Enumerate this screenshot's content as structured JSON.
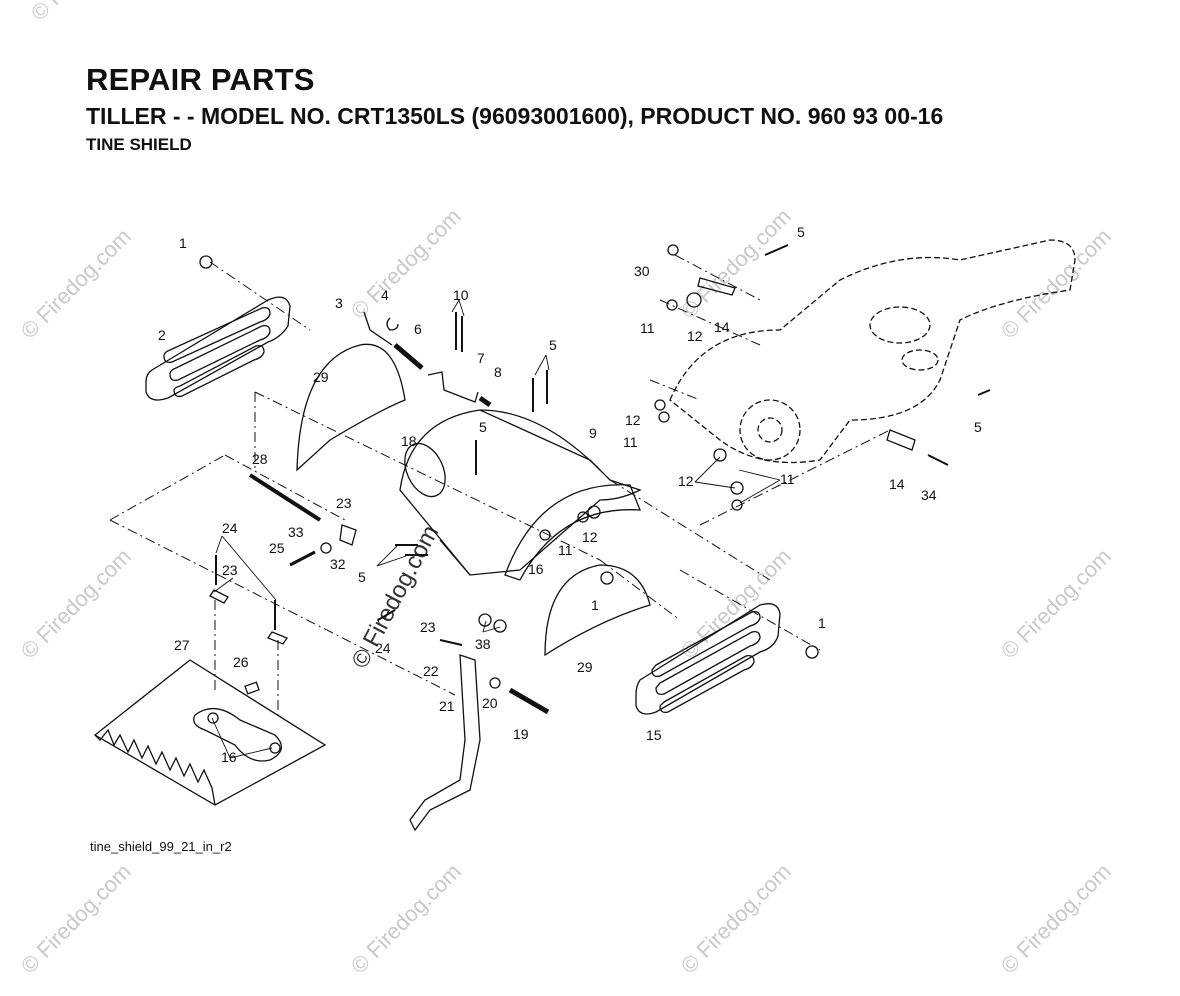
{
  "header": {
    "title": "REPAIR PARTS",
    "subtitle": "TILLER - - MODEL NO. CRT1350LS (96093001600), PRODUCT NO. 960 93 00-16",
    "section": "TINE SHIELD"
  },
  "figure": {
    "file_label": "tine_shield_99_21_in_r2",
    "watermark": "© Firedog.com",
    "callouts": [
      "1",
      "2",
      "3",
      "4",
      "10",
      "6",
      "7",
      "8",
      "5",
      "29",
      "18",
      "9",
      "5",
      "28",
      "23",
      "33",
      "25",
      "32",
      "24",
      "23",
      "5",
      "24",
      "23",
      "38",
      "16",
      "11",
      "12",
      "1",
      "29",
      "27",
      "26",
      "16",
      "22",
      "21",
      "20",
      "19",
      "15",
      "1",
      "30",
      "5",
      "11",
      "12",
      "14",
      "12",
      "11",
      "12",
      "11",
      "14",
      "34",
      "5"
    ]
  },
  "colors": {
    "ink": "#111111",
    "watermark": "#c9c9c9"
  }
}
